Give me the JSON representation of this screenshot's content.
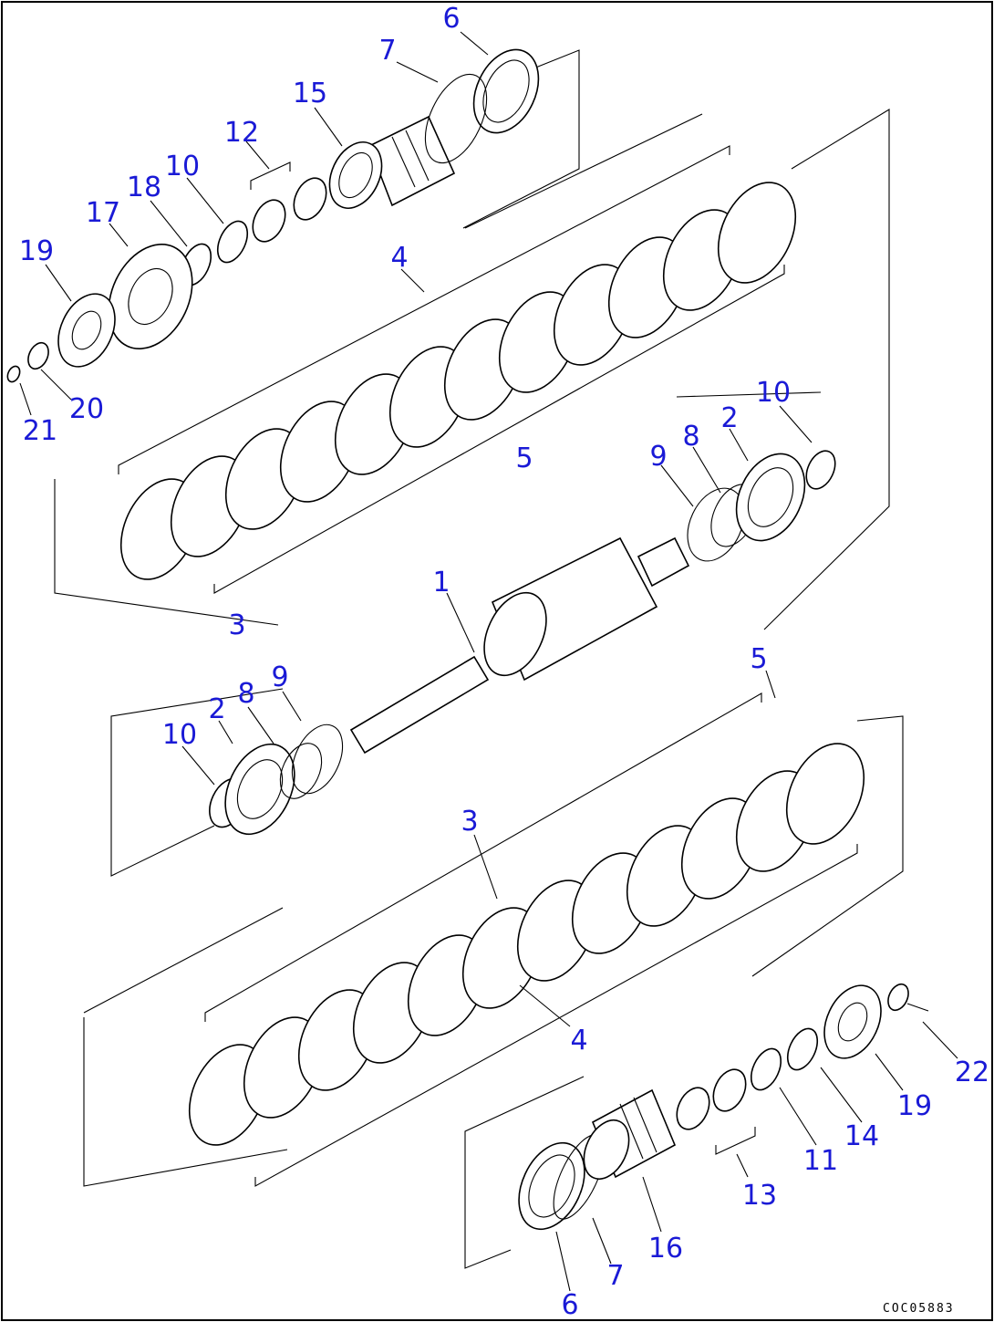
{
  "diagram_code": "COC05883",
  "callouts": {
    "c1": "1",
    "c2a": "2",
    "c2b": "2",
    "c3a": "3",
    "c3b": "3",
    "c4a": "4",
    "c4b": "4",
    "c5a": "5",
    "c5b": "5",
    "c6a": "6",
    "c6b": "6",
    "c7a": "7",
    "c7b": "7",
    "c8a": "8",
    "c8b": "8",
    "c9a": "9",
    "c9b": "9",
    "c10a": "10",
    "c10b": "10",
    "c10c": "10",
    "c11": "11",
    "c12": "12",
    "c13": "13",
    "c14": "14",
    "c15": "15",
    "c16": "16",
    "c17": "17",
    "c18": "18",
    "c19a": "19",
    "c19b": "19",
    "c20": "20",
    "c21": "21",
    "c22": "22"
  }
}
